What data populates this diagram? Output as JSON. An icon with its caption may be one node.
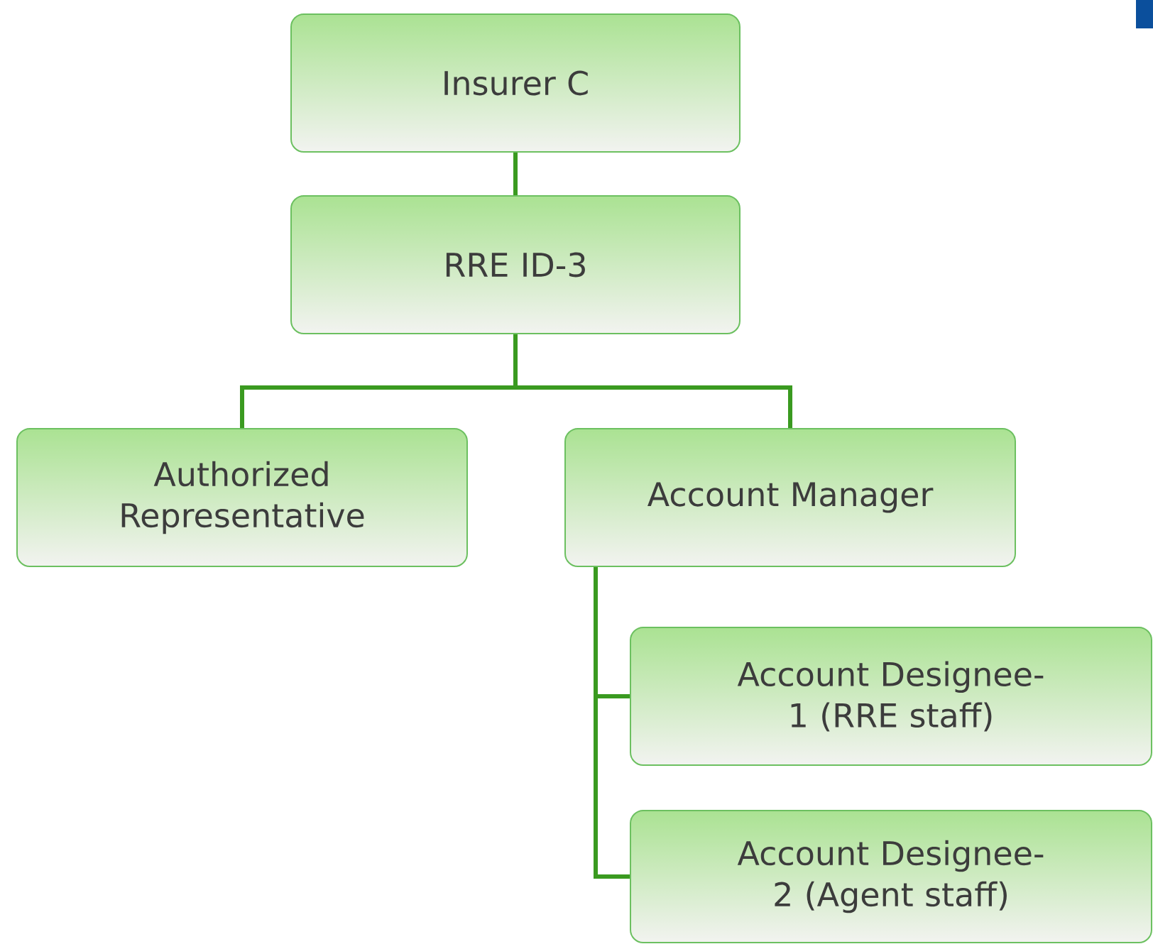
{
  "diagram": {
    "nodes": [
      {
        "text": [
          "Insurer C"
        ]
      },
      {
        "text": [
          "RRE ID-3"
        ]
      },
      {
        "text": [
          "Authorized Representative"
        ]
      },
      {
        "text": [
          "Account Manager"
        ]
      },
      {
        "text": [
          "Account Designee-1 (RRE staff)"
        ]
      },
      {
        "text": [
          "Account Designee-2 (Agent staff)"
        ]
      }
    ],
    "edges": [
      {
        "from": 0,
        "to": 1,
        "arrow": "none"
      },
      {
        "from": 1,
        "to": 2,
        "arrow": "none"
      },
      {
        "from": 1,
        "to": 3,
        "arrow": "none"
      },
      {
        "from": 3,
        "to": 4,
        "arrow": "none"
      },
      {
        "from": 3,
        "to": 5,
        "arrow": "none"
      }
    ]
  }
}
